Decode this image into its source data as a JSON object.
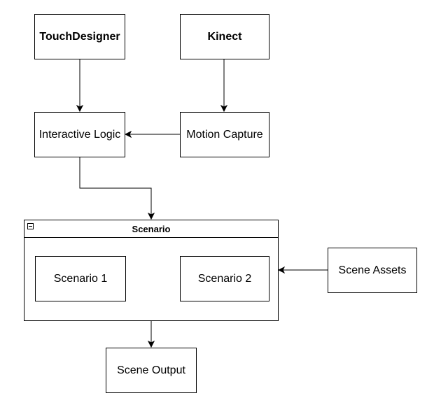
{
  "nodes": {
    "touchdesigner": "TouchDesigner",
    "kinect": "Kinect",
    "interactive_logic": "Interactive Logic",
    "motion_capture": "Motion Capture",
    "scenario_group": "Scenario",
    "scenario_1": "Scenario 1",
    "scenario_2": "Scenario 2",
    "scene_assets": "Scene Assets",
    "scene_output": "Scene Output"
  },
  "icons": {
    "group_toggle": "collapse-minus-icon",
    "edge_head": "arrowhead-icon"
  },
  "colors": {
    "stroke": "#000000",
    "fill": "#ffffff"
  }
}
